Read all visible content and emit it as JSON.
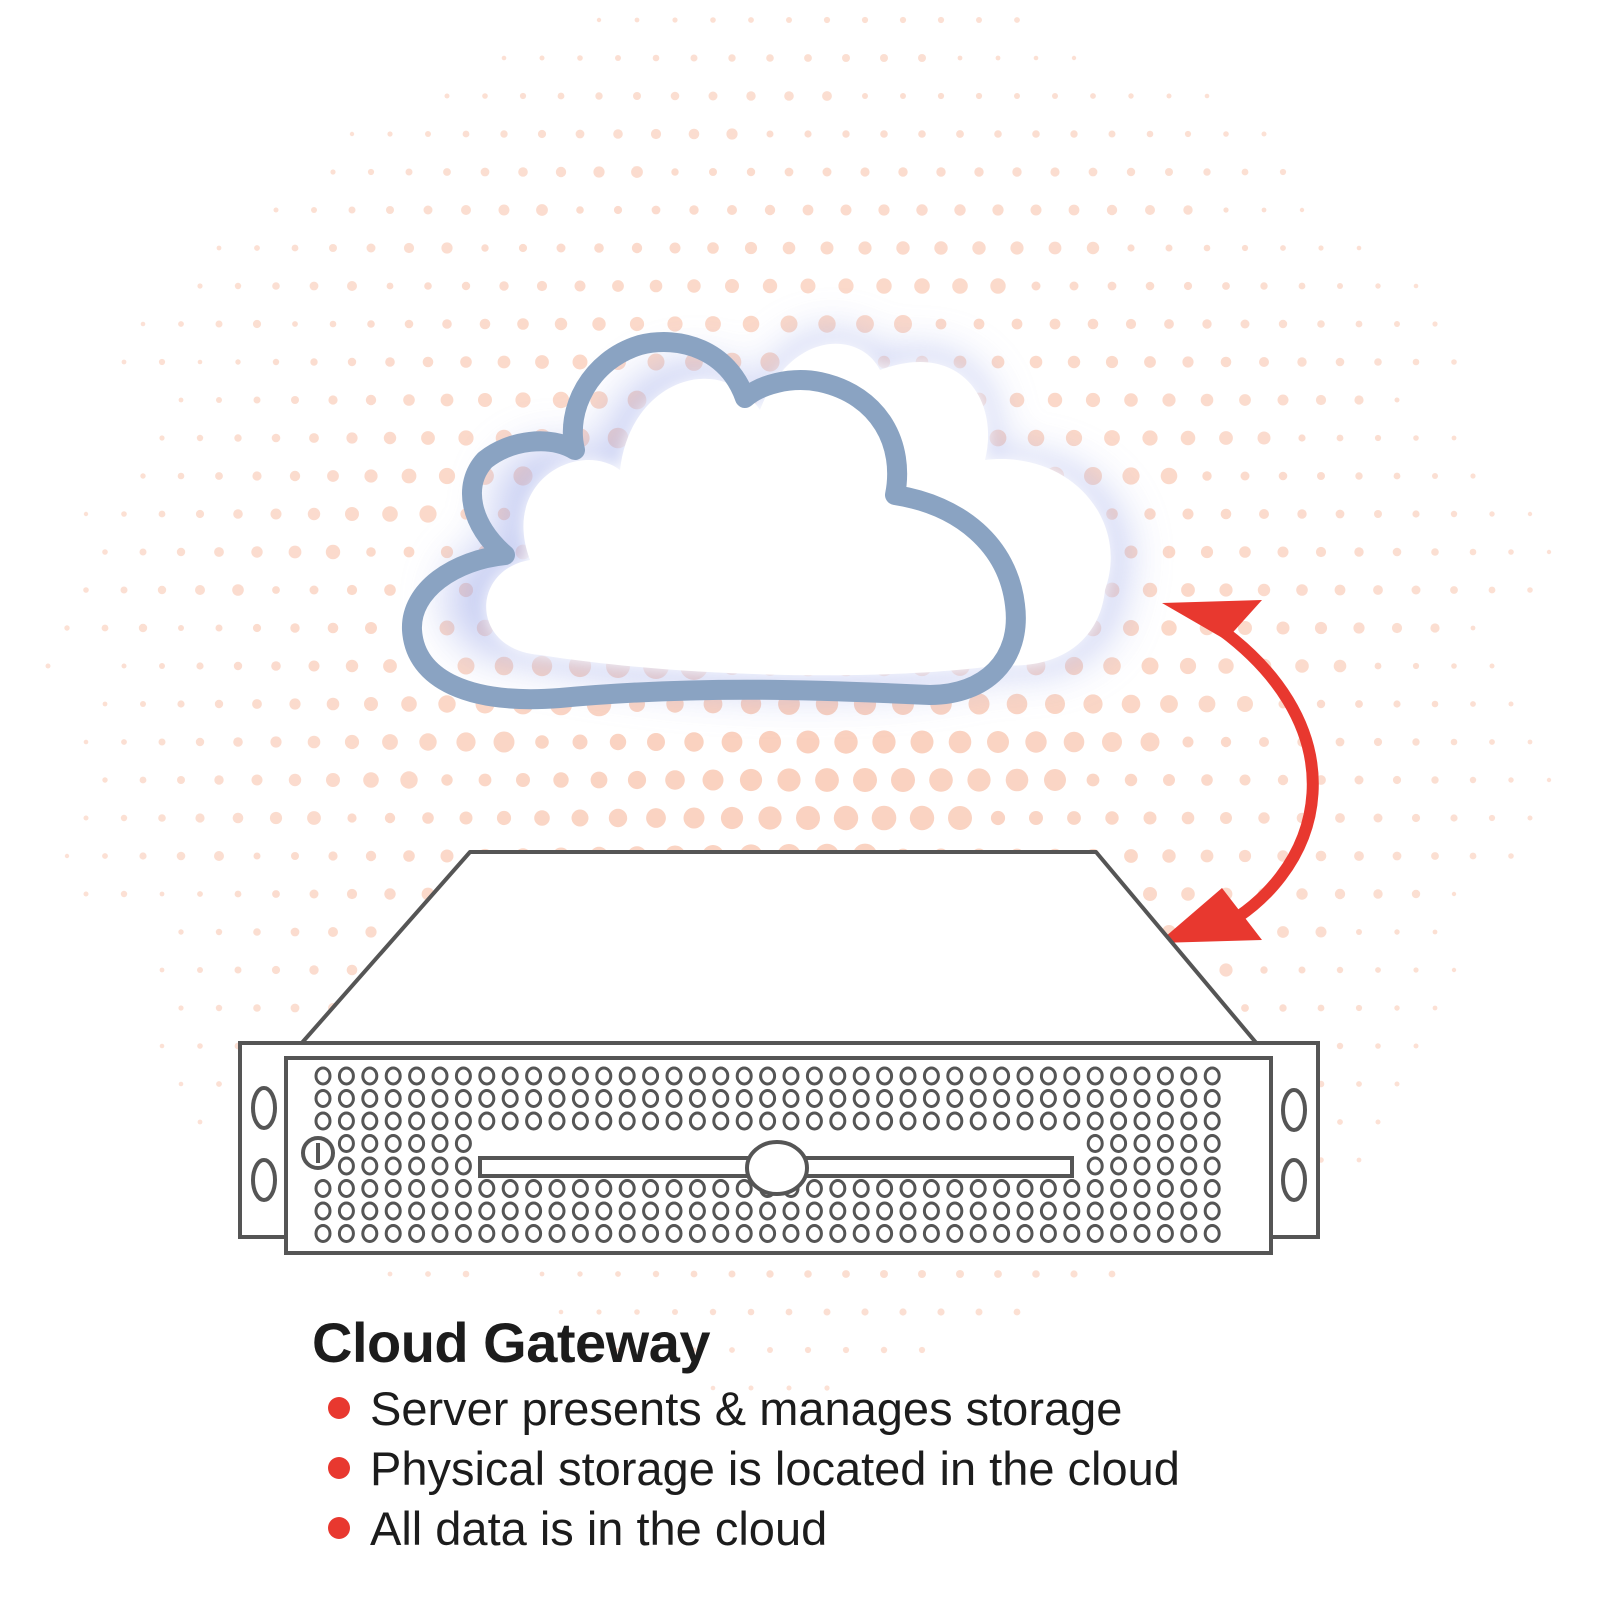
{
  "title": "Cloud Gateway",
  "bullets": [
    "Server presents & manages storage",
    "Physical storage is located in the cloud",
    "All data is in the cloud"
  ],
  "icons": {
    "cloud": "cloud-icon",
    "server": "rack-server-icon",
    "arrow": "double-headed-arrow-icon"
  },
  "colors": {
    "background_dots": "#f9c9b4",
    "cloud_outline": "#8aa3c2",
    "cloud_glow": "#9aa6e8",
    "arrow": "#e8382f",
    "bullet": "#e8382f",
    "server_stroke": "#555555",
    "text": "#1c1c1c"
  }
}
